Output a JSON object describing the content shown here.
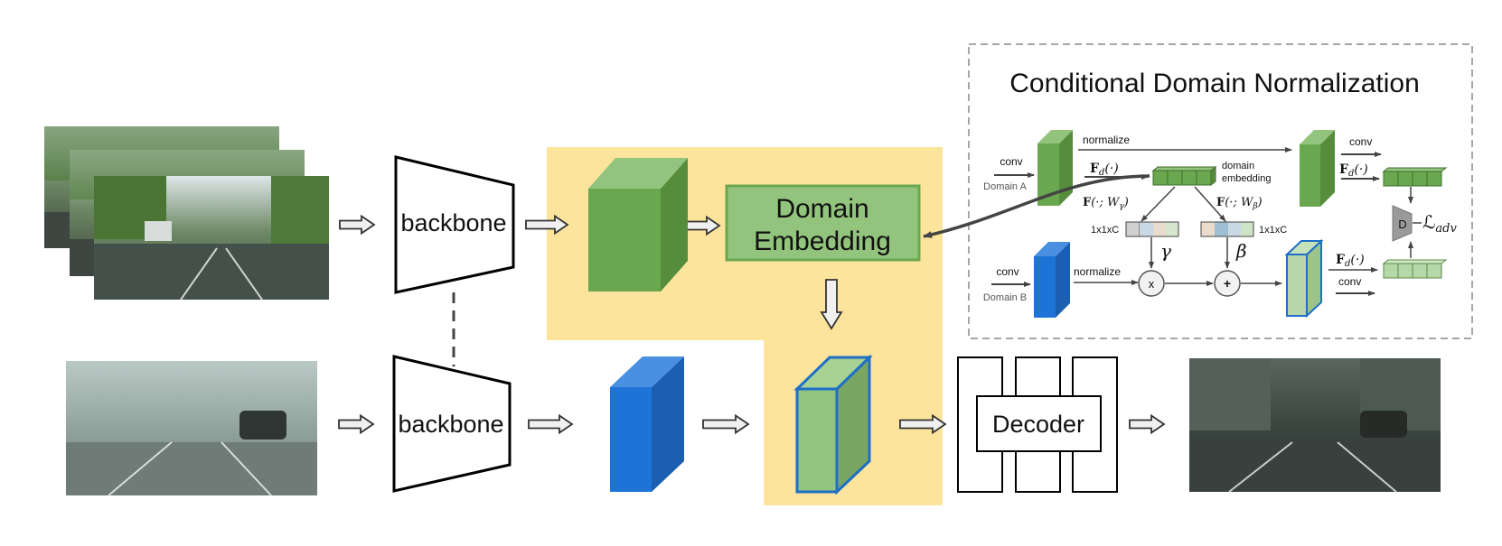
{
  "main": {
    "backbone_top": "backbone",
    "backbone_bottom": "backbone",
    "domain_embedding_line1": "Domain",
    "domain_embedding_line2": "Embedding",
    "decoder": "Decoder"
  },
  "cdn": {
    "title": "Conditional Domain Normalization",
    "normalize_top": "normalize",
    "normalize_bottom": "normalize",
    "conv_a": "conv",
    "domain_a": "Domain A",
    "conv_b": "conv",
    "domain_b": "Domain B",
    "conv_right_top": "conv",
    "conv_right_bottom": "conv",
    "domain_embedding_line1": "domain",
    "domain_embedding_line2": "embedding",
    "fd_top": "F_d(·)",
    "fd_right_top": "F_d(·)",
    "fd_right_bottom": "F_d(·)",
    "f_w_gamma": "F(·; W_γ)",
    "f_w_beta": "F(·; W_β)",
    "size_left": "1x1xC",
    "size_right": "1x1xC",
    "gamma": "γ",
    "beta": "β",
    "multiply": "x",
    "add": "+",
    "discriminator": "D",
    "loss": "ℒadv"
  },
  "colors": {
    "highlight": "#fde49c",
    "green_front": "#6aa84f",
    "green_side": "#558d3c",
    "green_top": "#93c47d",
    "blue_front": "#1e73d6",
    "blue_side": "#1a5fb0",
    "blue_top": "#4a90e2",
    "light_green": "#93c47d",
    "outline_blue": "#1f6fc7",
    "embedding_box": "#93c47d",
    "embedding_border": "#6aa84f"
  }
}
